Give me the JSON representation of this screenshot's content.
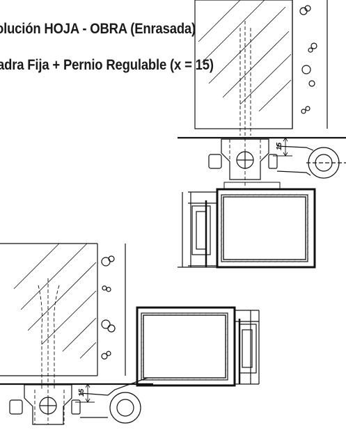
{
  "title_line_1": "olución HOJA - OBRA (Enrasada)",
  "title_line_2": "adra Fija + Pernio Regulable (x = 15)",
  "dimension_upper": "15",
  "dimension_lower": "15",
  "colors": {
    "ink": "#111111",
    "background": "#ffffff"
  }
}
